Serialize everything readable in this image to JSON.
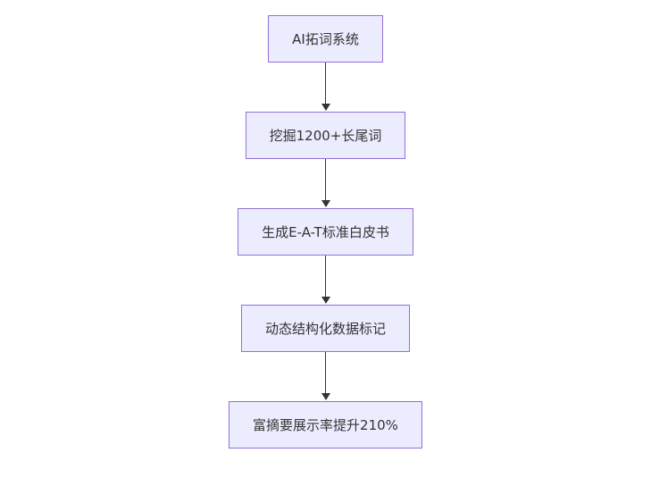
{
  "diagram": {
    "type": "flowchart",
    "direction": "top-down",
    "nodes": [
      {
        "id": "n1",
        "label": "AI拓词系统"
      },
      {
        "id": "n2",
        "label": "挖掘1200+长尾词"
      },
      {
        "id": "n3",
        "label": "生成E-A-T标准白皮书"
      },
      {
        "id": "n4",
        "label": "动态结构化数据标记"
      },
      {
        "id": "n5",
        "label": "富摘要展示率提升210%"
      }
    ],
    "edges": [
      {
        "from": "n1",
        "to": "n2",
        "style": "arrow"
      },
      {
        "from": "n2",
        "to": "n3",
        "style": "arrow"
      },
      {
        "from": "n3",
        "to": "n4",
        "style": "arrow"
      },
      {
        "from": "n4",
        "to": "n5",
        "style": "arrow"
      }
    ],
    "colors": {
      "node_fill": "#ECECFF",
      "node_border": "#9370DB",
      "text": "#333333",
      "arrow": "#333333",
      "background": "#FFFFFF"
    }
  }
}
